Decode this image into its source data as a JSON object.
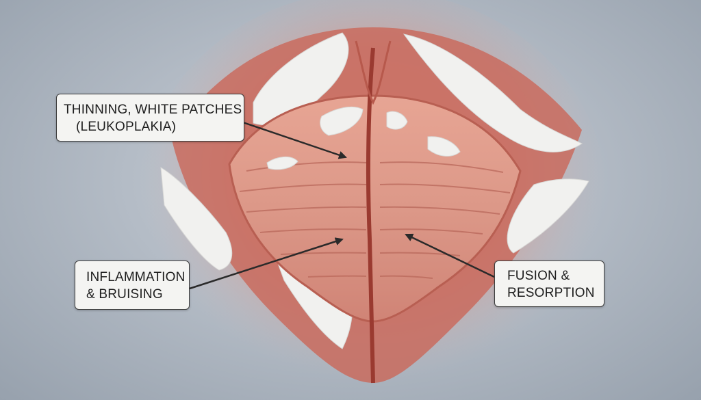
{
  "annotations": {
    "leukoplakia": {
      "line1": "THINNING, WHITE PATCHES",
      "line2": "(LEUKOPLAKIA)"
    },
    "inflammation": {
      "line1": "INFLAMMATION",
      "line2": "& BRUISING"
    },
    "fusion": {
      "line1": "FUSION &",
      "line2": "RESORPTION"
    }
  },
  "colors": {
    "background": "#b4bcc6",
    "tissue": "#d98f80",
    "tissue_highlight": "#f0c0ae",
    "inflamed_edge": "#b84a40",
    "white_patch": "#f1f1ef",
    "callout_fill": "#f4f4f2",
    "callout_border": "#3c3c3c"
  }
}
